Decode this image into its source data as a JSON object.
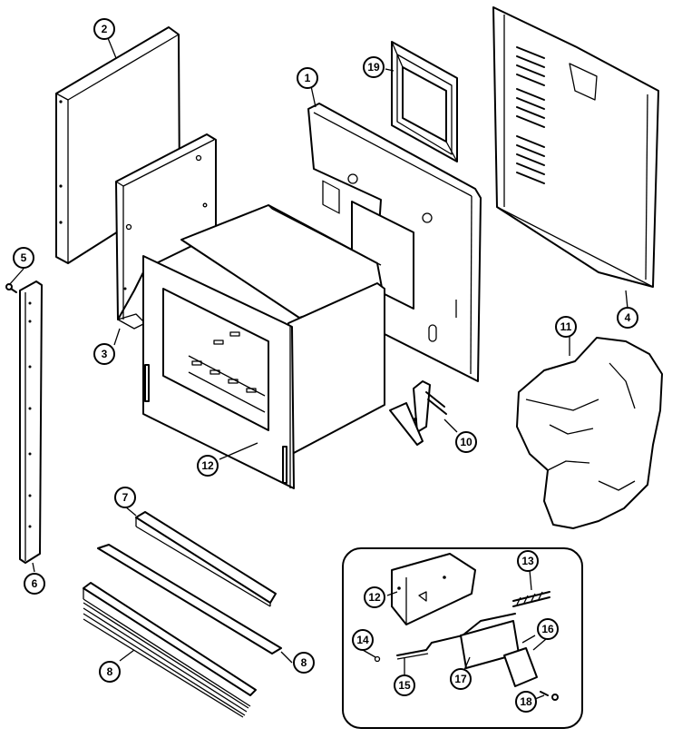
{
  "callouts": [
    {
      "id": "c1",
      "label": "1"
    },
    {
      "id": "c2",
      "label": "2"
    },
    {
      "id": "c3",
      "label": "3"
    },
    {
      "id": "c4",
      "label": "4"
    },
    {
      "id": "c5",
      "label": "5"
    },
    {
      "id": "c6",
      "label": "6"
    },
    {
      "id": "c7",
      "label": "7"
    },
    {
      "id": "c8a",
      "label": "8"
    },
    {
      "id": "c8b",
      "label": "8"
    },
    {
      "id": "c10",
      "label": "10"
    },
    {
      "id": "c11",
      "label": "11"
    },
    {
      "id": "c12a",
      "label": "12"
    },
    {
      "id": "c12b",
      "label": "12"
    },
    {
      "id": "c13",
      "label": "13"
    },
    {
      "id": "c14",
      "label": "14"
    },
    {
      "id": "c15",
      "label": "15"
    },
    {
      "id": "c16",
      "label": "16"
    },
    {
      "id": "c17",
      "label": "17"
    },
    {
      "id": "c18",
      "label": "18"
    },
    {
      "id": "c19",
      "label": "19"
    }
  ]
}
